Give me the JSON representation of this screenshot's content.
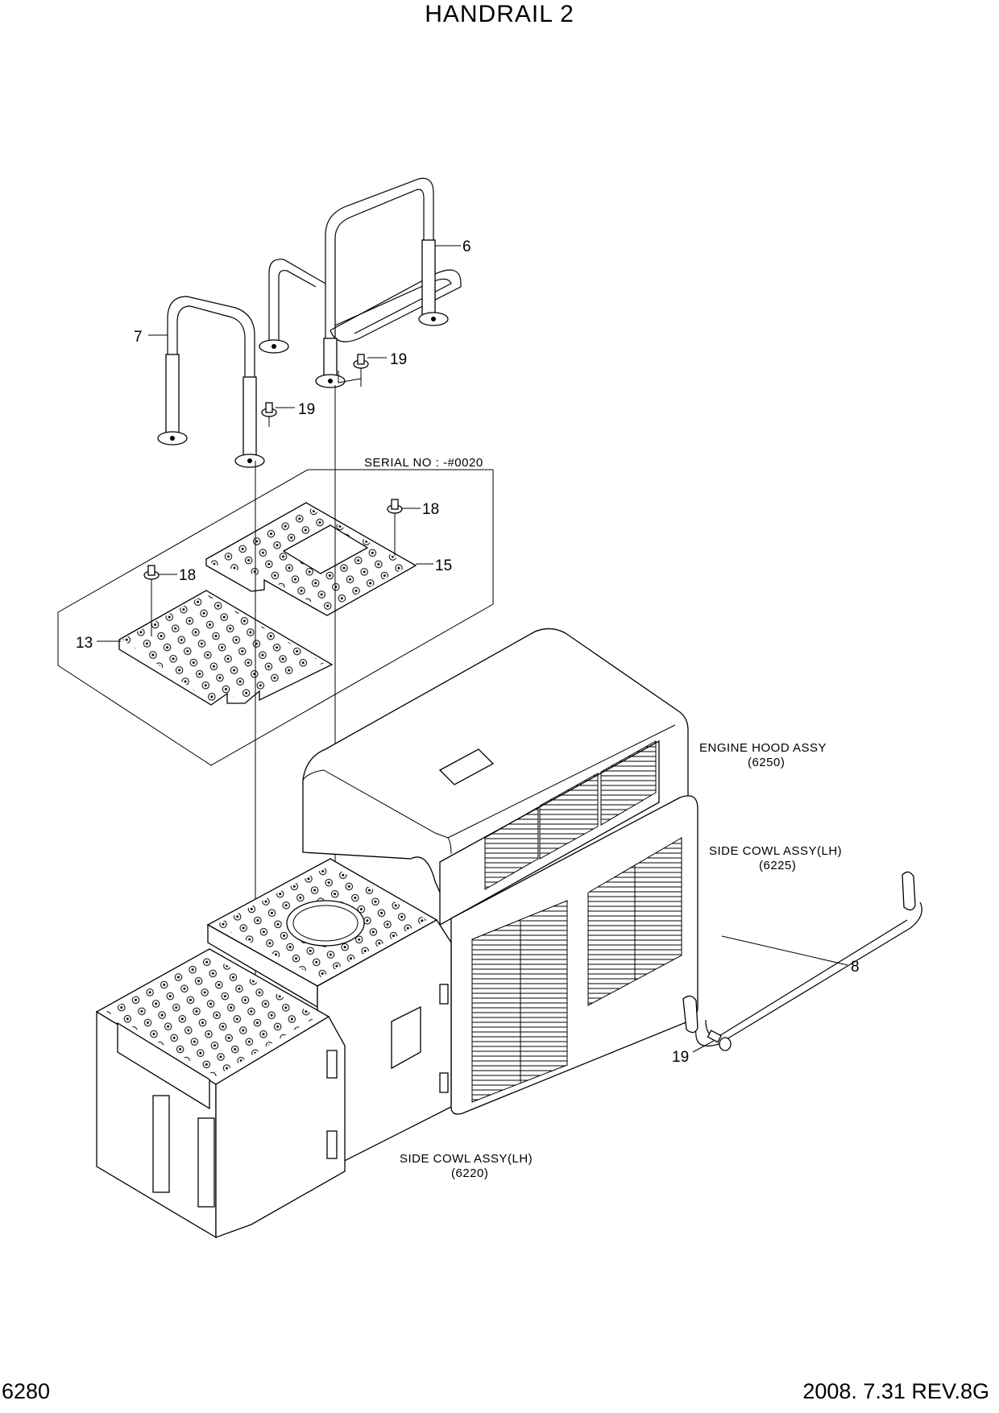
{
  "header": {
    "title": "HANDRAIL 2"
  },
  "footer": {
    "page_code": "6280",
    "revision": "2008. 7.31  REV.8G"
  },
  "callouts": {
    "p6": "6",
    "p7": "7",
    "p8": "8",
    "p13": "13",
    "p15": "15",
    "p18a": "18",
    "p18b": "18",
    "p19a": "19",
    "p19b": "19",
    "p19c": "19"
  },
  "notes": {
    "serial": "SERIAL NO : -#0020",
    "engine_hood": {
      "name": "ENGINE HOOD ASSY",
      "ref": "(6250)"
    },
    "side_cowl_right": {
      "name": "SIDE COWL ASSY(LH)",
      "ref": "(6225)"
    },
    "side_cowl_bottom": {
      "name": "SIDE COWL ASSY(LH)",
      "ref": "(6220)"
    }
  }
}
